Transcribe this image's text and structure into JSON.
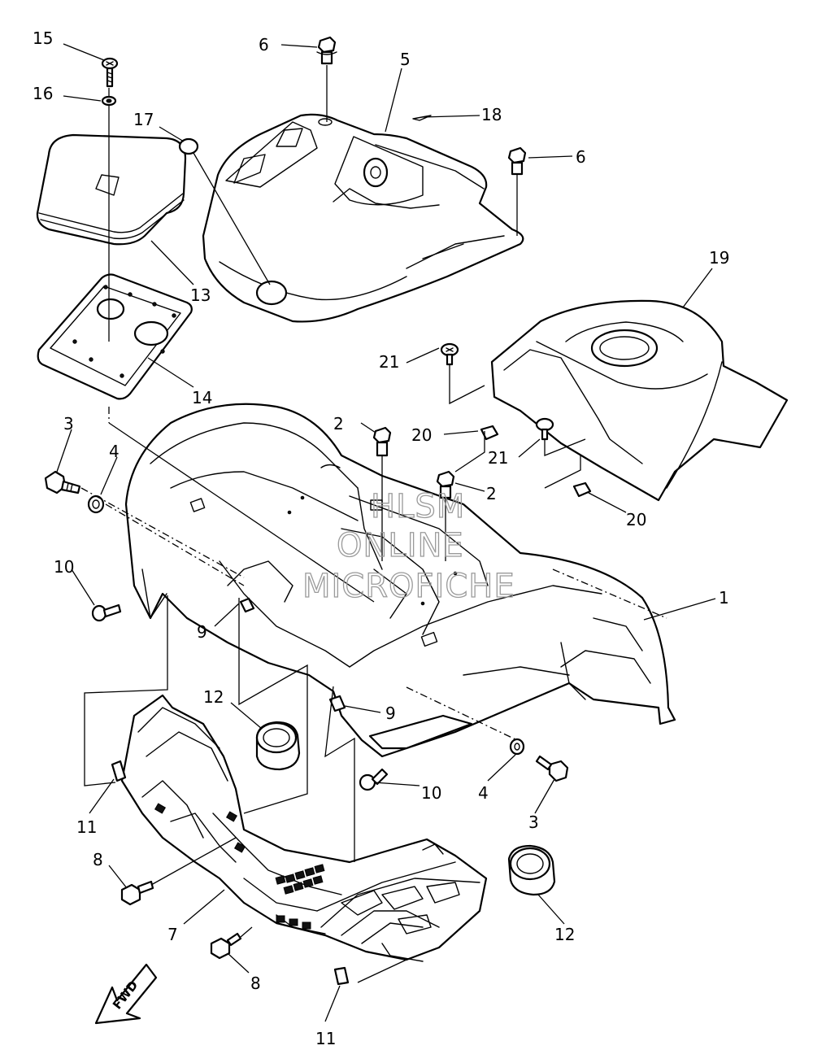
{
  "diagram": {
    "callouts": [
      "1",
      "2",
      "2",
      "3",
      "3",
      "4",
      "4",
      "5",
      "6",
      "6",
      "7",
      "8",
      "8",
      "9",
      "9",
      "10",
      "10",
      "11",
      "11",
      "12",
      "12",
      "13",
      "14",
      "15",
      "16",
      "17",
      "18",
      "19",
      "20",
      "20",
      "21",
      "21"
    ],
    "fwd_label": "FWD",
    "watermark": [
      "HLSM",
      "ONLINE",
      "MICROFICHE"
    ]
  }
}
